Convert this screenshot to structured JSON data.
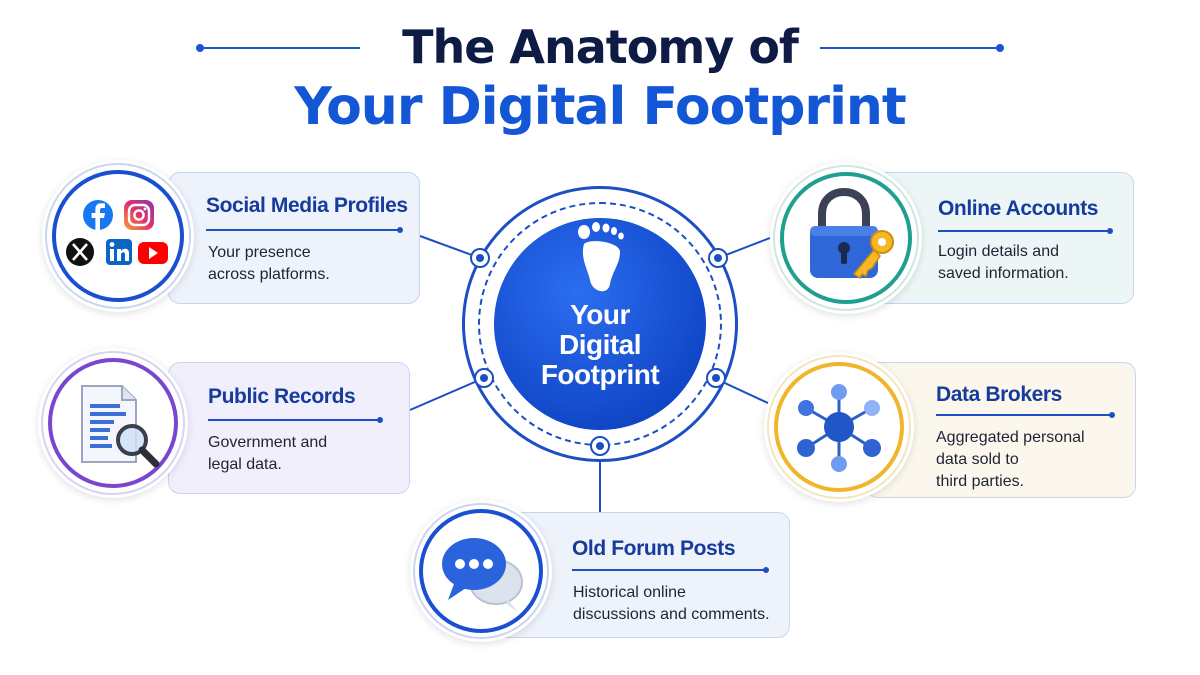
{
  "title": {
    "line1": "The Anatomy of",
    "line2": "Your Digital Footprint"
  },
  "hub": {
    "lines": [
      "Your",
      "Digital",
      "Footprint"
    ],
    "icon": "footprint-icon"
  },
  "cards": {
    "social": {
      "title": "Social Media Profiles",
      "desc": [
        "Your presence",
        "across platforms."
      ],
      "icons": [
        "facebook-icon",
        "instagram-icon",
        "x-icon",
        "linkedin-icon",
        "youtube-icon"
      ]
    },
    "records": {
      "title": "Public Records",
      "desc": [
        "Government and",
        "legal data."
      ],
      "icon": "document-magnifier-icon"
    },
    "forum": {
      "title": "Old Forum Posts",
      "desc": [
        "Historical online",
        "discussions and comments."
      ],
      "icon": "chat-bubbles-icon"
    },
    "accounts": {
      "title": "Online Accounts",
      "desc": [
        "Login details and",
        "saved information."
      ],
      "icon": "lock-key-icon"
    },
    "brokers": {
      "title": "Data Brokers",
      "desc": [
        "Aggregated personal",
        "data sold to",
        "third parties."
      ],
      "icon": "network-icon"
    }
  },
  "colors": {
    "title_dark": "#0d1b45",
    "title_blue": "#1457d6",
    "hub_blue": "#1148c9",
    "social_ring": "#1a4fd1",
    "records_ring": "#7a45cf",
    "forum_ring": "#1a4fd1",
    "accounts_ring": "#1f9f8e",
    "brokers_ring": "#f0b52a"
  }
}
